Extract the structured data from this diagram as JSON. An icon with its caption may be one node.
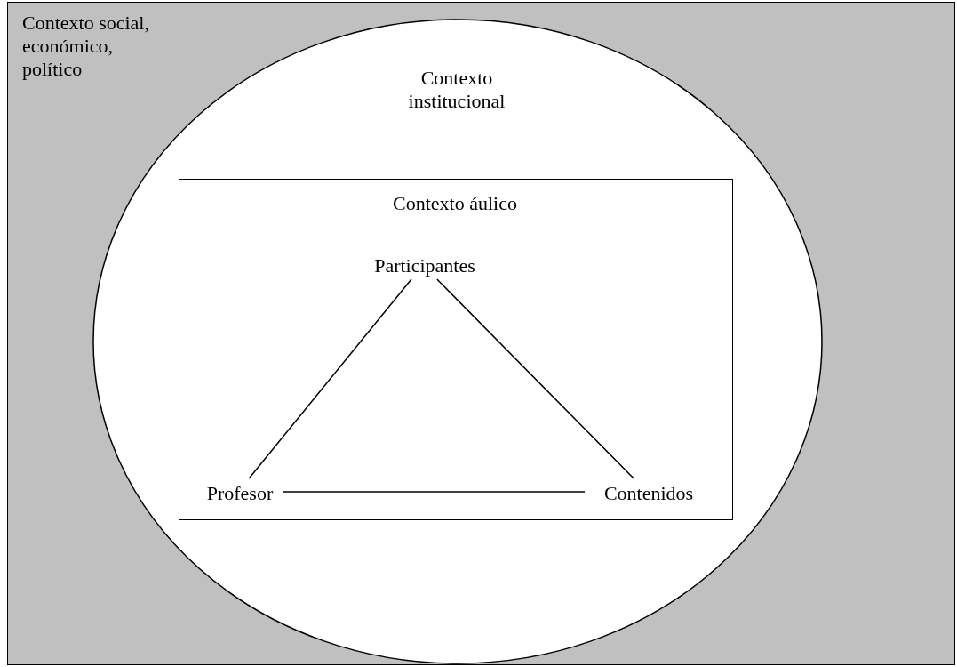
{
  "diagram": {
    "nodes": [
      {
        "text": [
          "Contexto social, económico, político"
        ]
      },
      {
        "text": [
          "Contexto institucional"
        ],
        "in": 0
      },
      {
        "text": [
          "Contexto áulico"
        ],
        "in": 1
      },
      {
        "text": [
          "Participantes"
        ],
        "in": 2
      },
      {
        "text": [
          "Profesor"
        ],
        "in": 2
      },
      {
        "text": [
          "Contenidos"
        ],
        "in": 2
      }
    ],
    "edges": [
      {
        "from": 3,
        "to": 4,
        "arrow": "none"
      },
      {
        "from": 4,
        "to": 5,
        "arrow": "none"
      },
      {
        "from": 5,
        "to": 3,
        "arrow": "none"
      }
    ]
  }
}
